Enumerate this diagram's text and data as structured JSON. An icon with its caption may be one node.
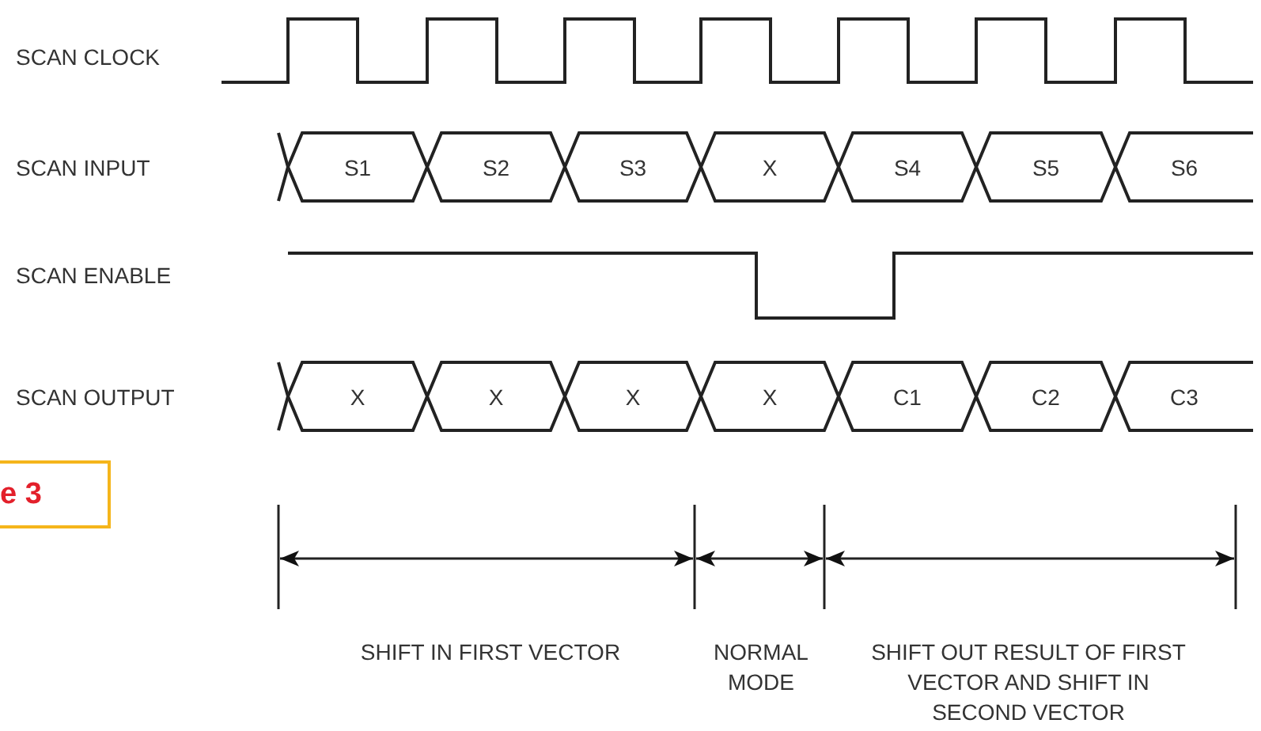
{
  "diagram": {
    "nodes": [
      {
        "text": [
          "S1"
        ]
      },
      {
        "text": [
          "S2"
        ]
      },
      {
        "text": [
          "S3"
        ]
      },
      {
        "text": [
          "X"
        ]
      },
      {
        "text": [
          "S4"
        ]
      },
      {
        "text": [
          "S5"
        ]
      },
      {
        "text": [
          "S6"
        ]
      },
      {
        "text": [
          "X"
        ]
      },
      {
        "text": [
          "X"
        ]
      },
      {
        "text": [
          "X"
        ]
      },
      {
        "text": [
          "X"
        ]
      },
      {
        "text": [
          "C1"
        ]
      },
      {
        "text": [
          "C2"
        ]
      },
      {
        "text": [
          "C3"
        ]
      }
    ],
    "edges": [],
    "labels": [
      "SCAN CLOCK",
      "SCAN INPUT",
      "SCAN ENABLE",
      "SCAN OUTPUT",
      "e 3",
      "SHIFT IN FIRST VECTOR",
      "NORMAL MODE",
      "SHIFT OUT RESULT OF FIRST VECTOR AND SHIFT IN SECOND VECTOR"
    ]
  }
}
